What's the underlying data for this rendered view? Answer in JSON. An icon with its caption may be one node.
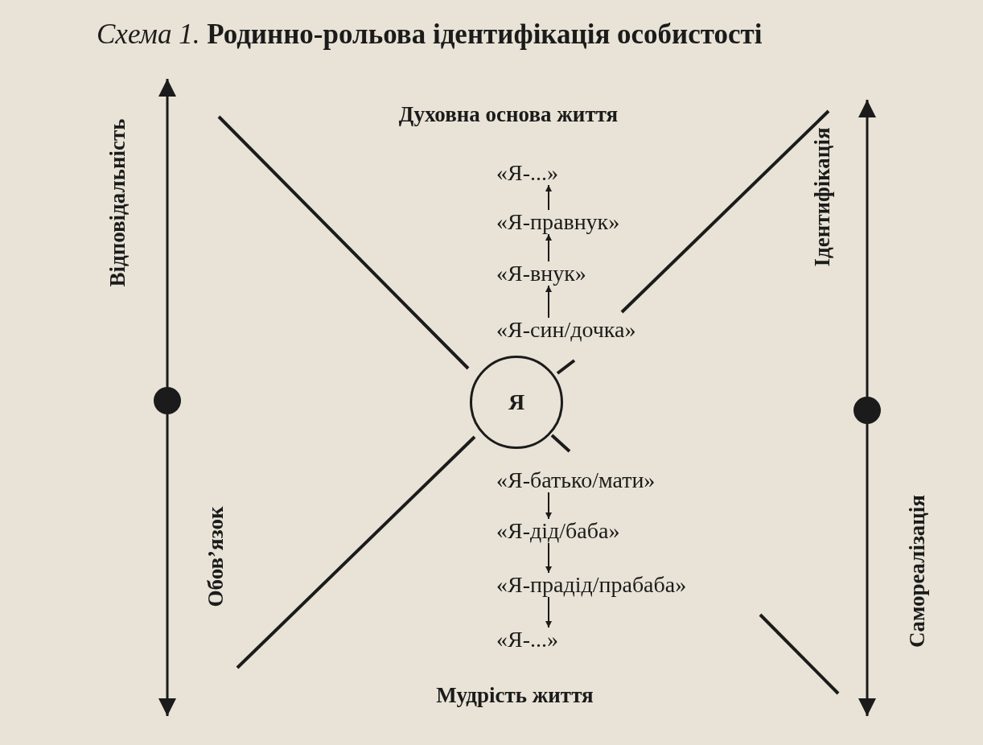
{
  "diagram": {
    "title": "*Схема 1.* **Родинно-рольова ідентифікація особистості**",
    "nodes": [
      {
        "text": [
          "Я"
        ]
      },
      {
        "text": [
          "«Я-...»"
        ]
      },
      {
        "text": [
          "«Я-правнук»"
        ]
      },
      {
        "text": [
          "«Я-внук»"
        ]
      },
      {
        "text": [
          "«Я-син/дочка»"
        ]
      },
      {
        "text": [
          "«Я-батько/мати»"
        ]
      },
      {
        "text": [
          "«Я-дід/баба»"
        ]
      },
      {
        "text": [
          "«Я-прадід/прабаба»"
        ]
      },
      {
        "text": [
          "«Я-...»"
        ]
      }
    ],
    "edges": [
      {
        "from": 4,
        "to": 3,
        "arrow": "to"
      },
      {
        "from": 3,
        "to": 2,
        "arrow": "to"
      },
      {
        "from": 2,
        "to": 1,
        "arrow": "to"
      },
      {
        "from": 5,
        "to": 6,
        "arrow": "to"
      },
      {
        "from": 6,
        "to": 7,
        "arrow": "to"
      },
      {
        "from": 7,
        "to": 8,
        "arrow": "to"
      }
    ],
    "labels": [
      "Духовна основа життя",
      "Відповідальність",
      "Ідентифікація",
      "Обов’язок",
      "Самореалізація",
      "Мудрість життя"
    ]
  }
}
